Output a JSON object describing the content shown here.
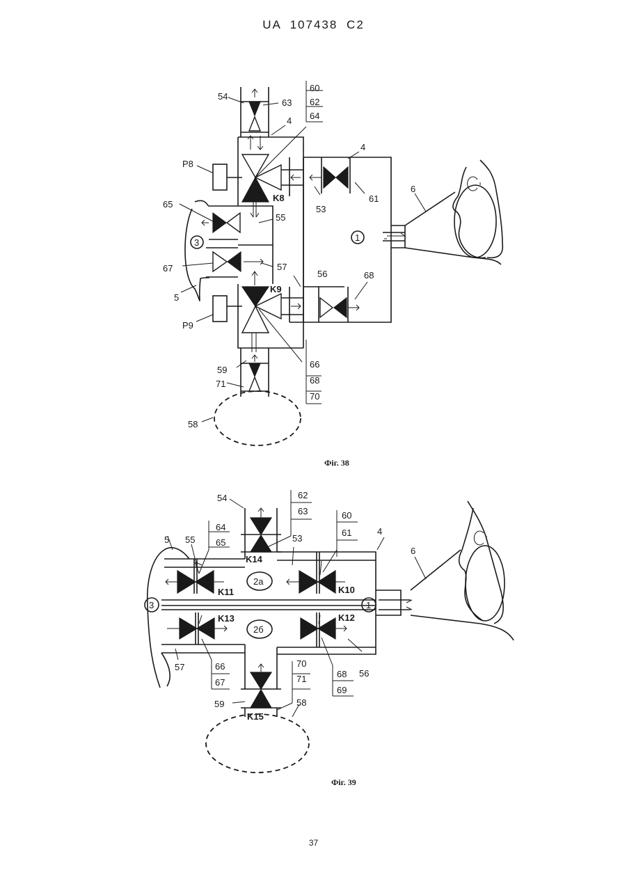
{
  "header": "UA   107438   C2",
  "page_number": "37",
  "fig38": {
    "caption": "Фіг. 38",
    "labels": {
      "l54": "54",
      "l63": "63",
      "l4a": "4",
      "l4b": "4",
      "l60": "60",
      "l62": "62",
      "l64": "64",
      "lP8": "P8",
      "lK8": "K8",
      "l61": "61",
      "l53": "53",
      "l6": "6",
      "l65": "65",
      "l55": "55",
      "l3": "3",
      "l1": "1",
      "l67": "67",
      "l57": "57",
      "l5": "5",
      "l56": "56",
      "l68a": "68",
      "lK9": "K9",
      "lP9": "P9",
      "l59": "59",
      "l66": "66",
      "l68b": "68",
      "l71": "71",
      "l70": "70",
      "l58": "58"
    }
  },
  "fig39": {
    "caption": "Фіг. 39",
    "labels": {
      "l54": "54",
      "l62": "62",
      "l63": "63",
      "l60": "60",
      "l61": "61",
      "l4": "4",
      "l6": "6",
      "l5": "5",
      "l55": "55",
      "l64": "64",
      "l65": "65",
      "l53": "53",
      "lK14": "K14",
      "lK11": "K11",
      "l2a": "2a",
      "lK10": "K10",
      "l3": "3",
      "l1": "1",
      "lK13": "K13",
      "l2b": "2б",
      "lK12": "K12",
      "l57": "57",
      "l66": "66",
      "l67": "67",
      "l68": "68",
      "l69": "69",
      "l56": "56",
      "l70": "70",
      "l71": "71",
      "l59": "59",
      "lK15": "K15",
      "l58": "58"
    }
  }
}
